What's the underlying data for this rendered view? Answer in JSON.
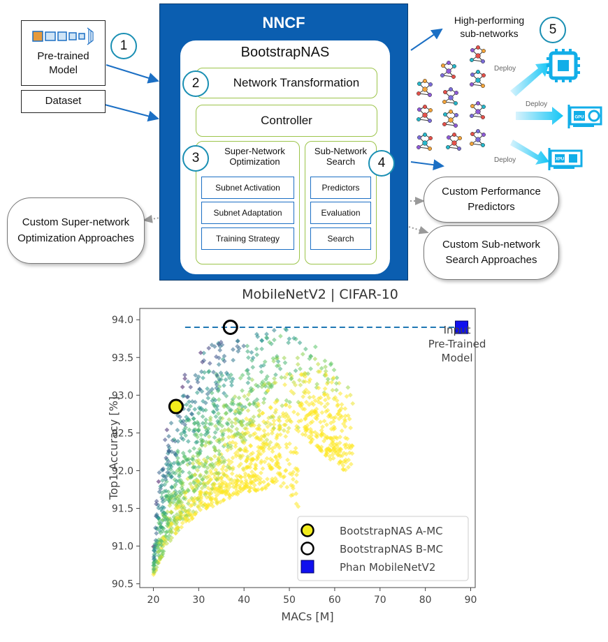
{
  "diagram": {
    "pretrained_label_1": "Pre-trained",
    "pretrained_label_2": "Model",
    "dataset_label": "Dataset",
    "nncf_title": "NNCF",
    "bootstrapnas_title": "BootstrapNAS",
    "network_transformation": "Network Transformation",
    "controller": "Controller",
    "super_network_optimization_1": "Super-Network",
    "super_network_optimization_2": "Optimization",
    "subnet_activation": "Subnet Activation",
    "subnet_adaptation": "Subnet Adaptation",
    "training_strategy": "Training Strategy",
    "sub_network_search_1": "Sub-Network",
    "sub_network_search_2": "Search",
    "predictors": "Predictors",
    "evaluation": "Evaluation",
    "search": "Search",
    "high_performing_1": "High-performing",
    "high_performing_2": "sub-networks",
    "deploy": "Deploy",
    "gpu_chip_label": "GPU",
    "xpu_chip_label": "XPU",
    "custom_super_1": "Custom Super-network",
    "custom_super_2": "Optimization Approaches",
    "custom_perf_1": "Custom Performance",
    "custom_perf_2": "Predictors",
    "custom_sub_1": "Custom Sub-network",
    "custom_sub_2": "Search Approaches",
    "step_numbers": [
      "1",
      "2",
      "3",
      "4",
      "5"
    ],
    "colors": {
      "nncf_blue": "#0b5eb0",
      "green_border": "#9cc44a",
      "step_circle": "#1a8fb3",
      "hardware_cyan": "#12aee8",
      "arrow_blue": "#1b6fc4"
    }
  },
  "chart_data": {
    "type": "scatter",
    "title": "MobileNetV2 | CIFAR-10",
    "xlabel": "MACs [M]",
    "ylabel": "Top1 Accuracy [%]",
    "xlim": [
      17,
      91
    ],
    "ylim": [
      90.45,
      94.15
    ],
    "xticks": [
      20,
      30,
      40,
      50,
      60,
      70,
      80,
      90
    ],
    "yticks": [
      90.5,
      91.0,
      91.5,
      92.0,
      92.5,
      93.0,
      93.5,
      94.0
    ],
    "grid": false,
    "legend_position": "lower-right",
    "colormap": "viridis",
    "cloud_envelope": {
      "upper_frontier": [
        [
          20,
          91.0
        ],
        [
          21,
          92.0
        ],
        [
          22,
          92.5
        ],
        [
          24,
          93.0
        ],
        [
          27,
          93.4
        ],
        [
          31,
          93.7
        ],
        [
          36,
          93.85
        ],
        [
          42,
          93.95
        ],
        [
          50,
          94.0
        ]
      ],
      "right_edge": [
        [
          50,
          94.0
        ],
        [
          54,
          93.8
        ],
        [
          58,
          93.6
        ],
        [
          62,
          93.4
        ],
        [
          64,
          93.2
        ],
        [
          62,
          92.8
        ],
        [
          60,
          92.3
        ],
        [
          56,
          91.8
        ],
        [
          52,
          91.5
        ]
      ],
      "lower_frontier": [
        [
          20,
          90.6
        ],
        [
          23,
          91.0
        ],
        [
          27,
          91.3
        ],
        [
          32,
          91.5
        ],
        [
          40,
          91.7
        ],
        [
          48,
          91.8
        ],
        [
          52,
          91.5
        ]
      ],
      "point_count": 1600
    },
    "series": [
      {
        "name": "BootstrapNAS A-MC",
        "marker": "circle",
        "color": "#f2ec1c",
        "edge": "#000000",
        "x": [
          25
        ],
        "y": [
          92.85
        ]
      },
      {
        "name": "BootstrapNAS B-MC",
        "marker": "circle",
        "color": "none",
        "edge": "#000000",
        "x": [
          37
        ],
        "y": [
          93.9
        ]
      },
      {
        "name": "Phan MobileNetV2",
        "marker": "square",
        "color": "#1010ee",
        "edge": "#000066",
        "x": [
          88
        ],
        "y": [
          93.9
        ]
      }
    ],
    "reference_line": {
      "y": 93.9,
      "x_start": 27,
      "x_end": 88,
      "style": "dashed",
      "color": "#1f77b4"
    },
    "annotation": {
      "line1": "Input",
      "line2": "Pre-Trained",
      "line3": "Model",
      "x": 87,
      "y": 93.65
    }
  }
}
